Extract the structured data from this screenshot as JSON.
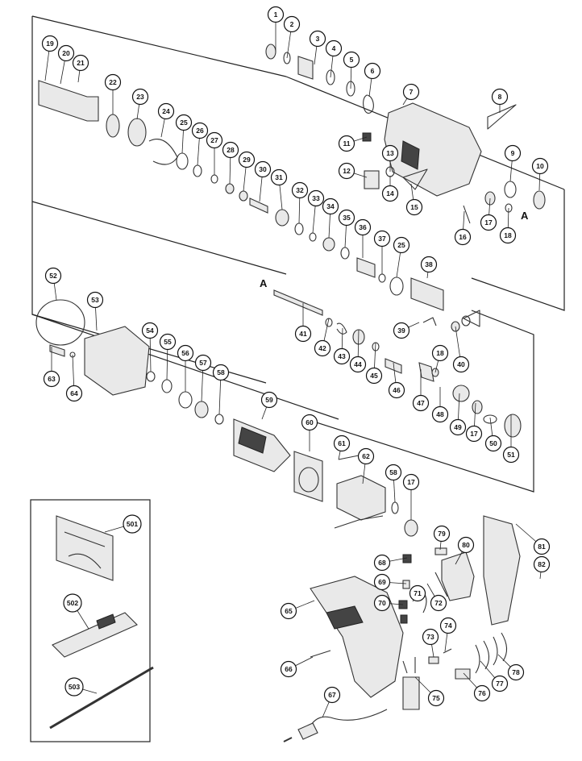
{
  "diagram": {
    "markers": [
      "A",
      "A"
    ],
    "part_numbers": [
      "1",
      "2",
      "3",
      "4",
      "5",
      "6",
      "7",
      "8",
      "9",
      "10",
      "11",
      "12",
      "13",
      "14",
      "15",
      "16",
      "17",
      "18",
      "19",
      "20",
      "21",
      "22",
      "23",
      "24",
      "25",
      "26",
      "27",
      "28",
      "29",
      "30",
      "31",
      "32",
      "33",
      "34",
      "35",
      "36",
      "37",
      "25",
      "38",
      "39",
      "40",
      "41",
      "42",
      "43",
      "44",
      "45",
      "46",
      "47",
      "18",
      "48",
      "49",
      "17",
      "50",
      "51",
      "52",
      "53",
      "54",
      "55",
      "56",
      "57",
      "58",
      "63",
      "64",
      "59",
      "60",
      "61",
      "62",
      "58",
      "17",
      "501",
      "502",
      "503",
      "79",
      "80",
      "81",
      "82",
      "68",
      "69",
      "70",
      "71",
      "72",
      "65",
      "66",
      "73",
      "74",
      "75",
      "76",
      "77",
      "78",
      "67"
    ]
  }
}
